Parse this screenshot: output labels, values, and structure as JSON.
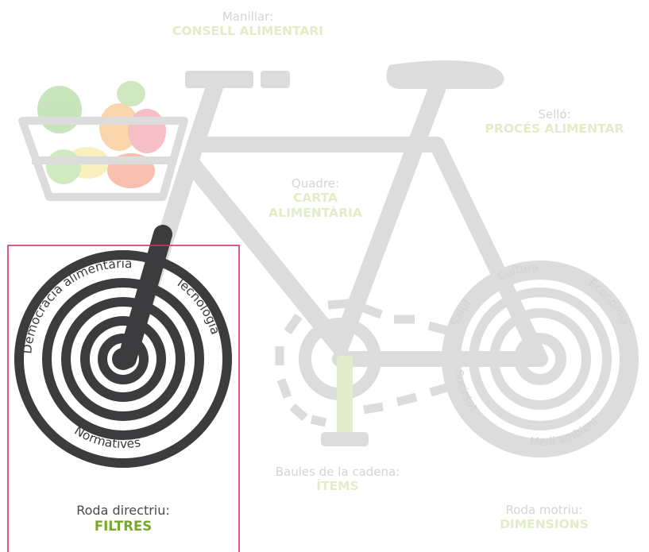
{
  "parts": {
    "handlebar": {
      "name": "Manillar:",
      "value": "CONSELL ALIMENTARI"
    },
    "saddle": {
      "name": "Selló:",
      "value": "PROCÉS ALIMENTAR"
    },
    "frame": {
      "name": "Quadre:",
      "value": "CARTA ALIMENTÀRIA"
    },
    "chain_links": {
      "name": "Baules de la cadena:",
      "value": "ÍTEMS"
    },
    "front_wheel": {
      "name": "Roda directriu:",
      "value": "FILTRES"
    },
    "rear_wheel": {
      "name": "Roda motriu:",
      "value": "DIMENSIONS"
    }
  },
  "front_wheel_ring": [
    "Democràcia alimentària",
    "Tecnologia",
    "Normatives"
  ],
  "rear_wheel_ring": [
    "Salut",
    "Cultura",
    "Economia",
    "Medi ambient",
    "Societat"
  ],
  "colors": {
    "highlight_border": "#d4336a",
    "active_wheel": "#3c3c3e",
    "faded_bike": "#dcdcdc",
    "active_value": "#77a928",
    "faded_value": "#e2ecc6"
  }
}
